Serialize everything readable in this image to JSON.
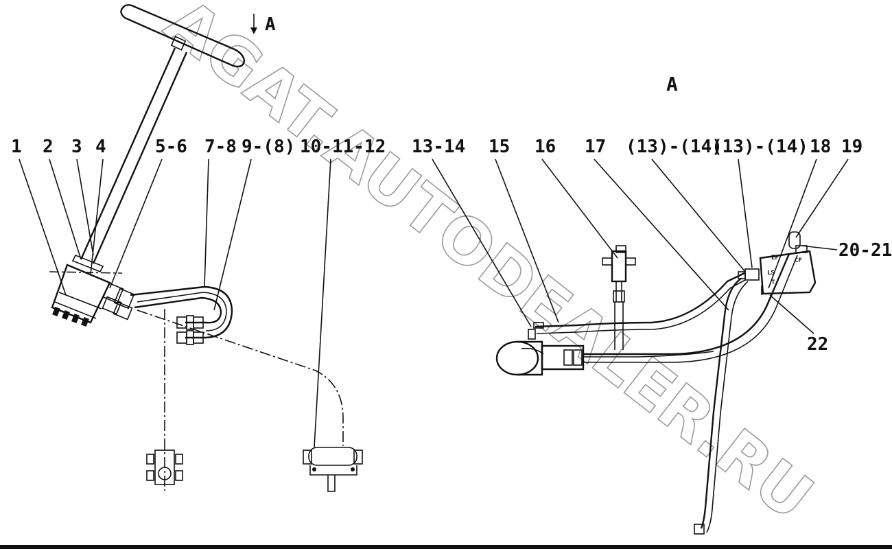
{
  "view_marker": {
    "arrow_label": "A",
    "section_title": "A"
  },
  "part_labels": [
    "1",
    "2",
    "3",
    "4",
    "5-6",
    "7-8",
    "9-(8)",
    "10-11-12",
    "13-14",
    "15",
    "16",
    "17",
    "(13)-(14)",
    "(13)-(14)",
    "18",
    "19",
    "20-21",
    "22"
  ],
  "port_marks": [
    "LS",
    "EF",
    "CF",
    "T"
  ],
  "watermark": "AGAT.AUTODEALER.RU",
  "colors": {
    "line": "#111111",
    "watermark": "#9a9a9a",
    "background": "#ffffff"
  }
}
